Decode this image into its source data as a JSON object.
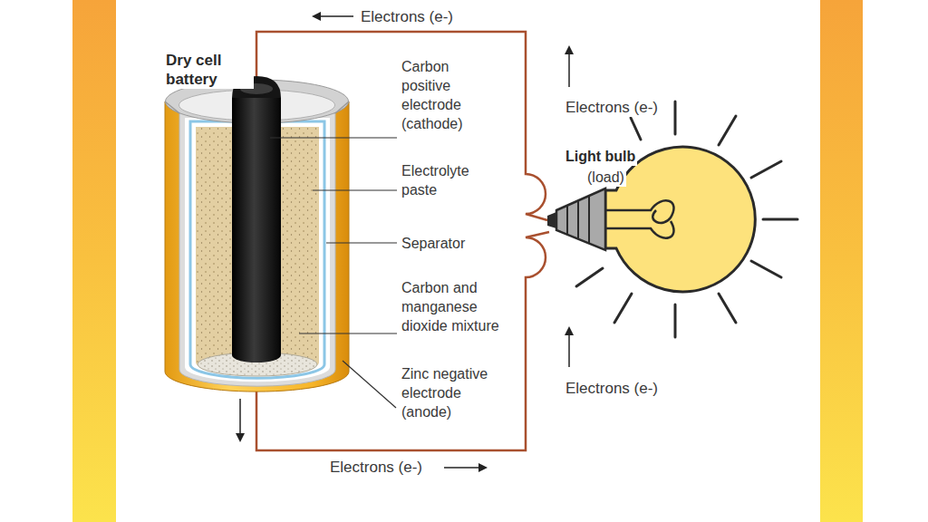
{
  "diagram": {
    "labels": [
      "Electrons (e-)",
      "Dry cell battery",
      "Carbon positive electrode (cathode)",
      "Electrolyte paste",
      "Separator",
      "Carbon and manganese dioxide mixture",
      "Zinc negative electrode (anode)",
      "Electrons (e-)",
      "Light bulb",
      "(load)",
      "Electrons (e-)",
      "Electrons (e-)"
    ]
  }
}
